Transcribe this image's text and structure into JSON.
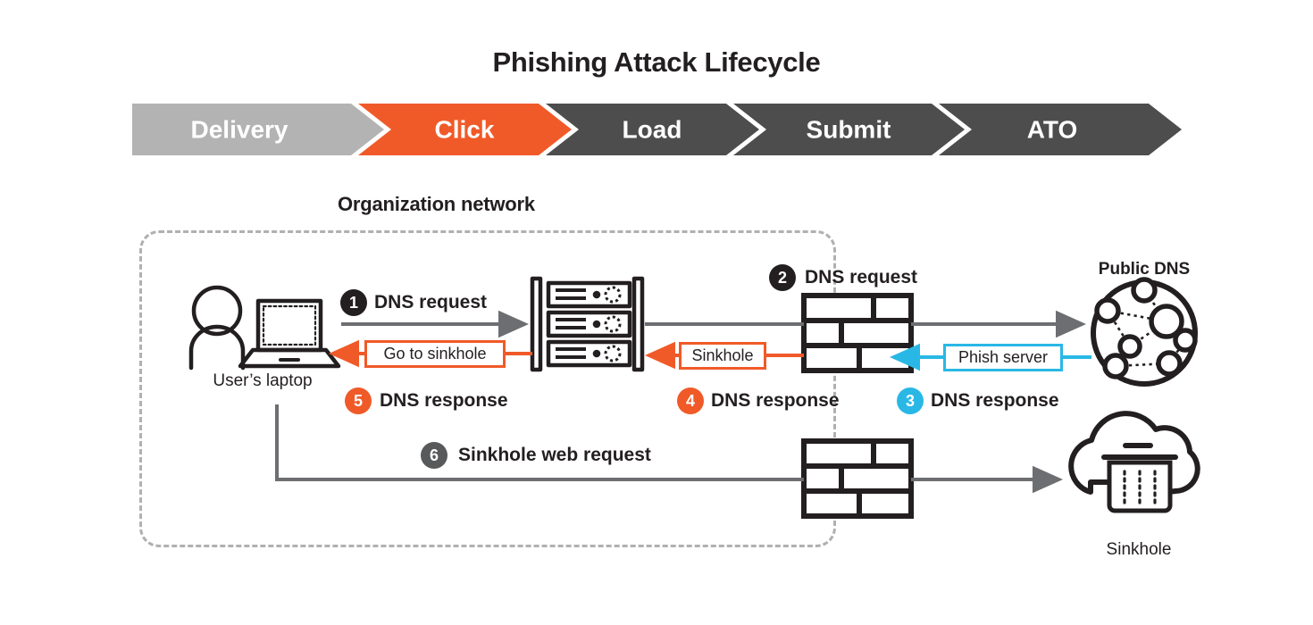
{
  "page_title": "Phishing Attack Lifecycle",
  "lifecycle_banner": {
    "name": "phishing-lifecycle-stages",
    "stages": [
      {
        "label": "Delivery",
        "color": "#b3b3b3",
        "active": false
      },
      {
        "label": "Click",
        "color": "#f05a28",
        "active": true
      },
      {
        "label": "Load",
        "color": "#4d4d4d",
        "active": false
      },
      {
        "label": "Submit",
        "color": "#4d4d4d",
        "active": false
      },
      {
        "label": "ATO",
        "color": "#4d4d4d",
        "active": false
      }
    ],
    "text_color": "#ffffff"
  },
  "diagram": {
    "network_boundary_label": "Organization network",
    "nodes": [
      {
        "id": "user-laptop",
        "label": "User’s laptop",
        "icon": "user-laptop-icon"
      },
      {
        "id": "dns-server",
        "label": "",
        "icon": "server-rack-icon"
      },
      {
        "id": "firewall-top",
        "label": "",
        "icon": "firewall-brick-icon"
      },
      {
        "id": "firewall-bottom",
        "label": "",
        "icon": "firewall-brick-icon"
      },
      {
        "id": "public-dns",
        "label": "Public DNS",
        "icon": "dns-network-globe-icon"
      },
      {
        "id": "sinkhole",
        "label": "Sinkhole",
        "icon": "cloud-trash-icon"
      }
    ],
    "steps": [
      {
        "number": "1",
        "label": "DNS request",
        "color": "#231f20"
      },
      {
        "number": "2",
        "label": "DNS request",
        "color": "#231f20"
      },
      {
        "number": "3",
        "label": "DNS response",
        "color": "#29b8e5"
      },
      {
        "number": "4",
        "label": "DNS response",
        "color": "#f05a28"
      },
      {
        "number": "5",
        "label": "DNS response",
        "color": "#f05a28"
      },
      {
        "number": "6",
        "label": "Sinkhole web request",
        "color": "#58595b"
      }
    ],
    "flow_labels": [
      {
        "id": "go-to-sinkhole",
        "text": "Go to sinkhole",
        "color": "#f05a28"
      },
      {
        "id": "sinkhole",
        "text": "Sinkhole",
        "color": "#f05a28"
      },
      {
        "id": "phish-server",
        "text": "Phish server",
        "color": "#29b8e5"
      }
    ],
    "colors": {
      "orange": "#f05a28",
      "cyan": "#29b8e5",
      "dark": "#231f20",
      "gray_arrow": "#6d6e71",
      "gray_dash": "#b0b0b0",
      "banner_gray": "#b3b3b3",
      "banner_dark": "#4d4d4d"
    }
  }
}
